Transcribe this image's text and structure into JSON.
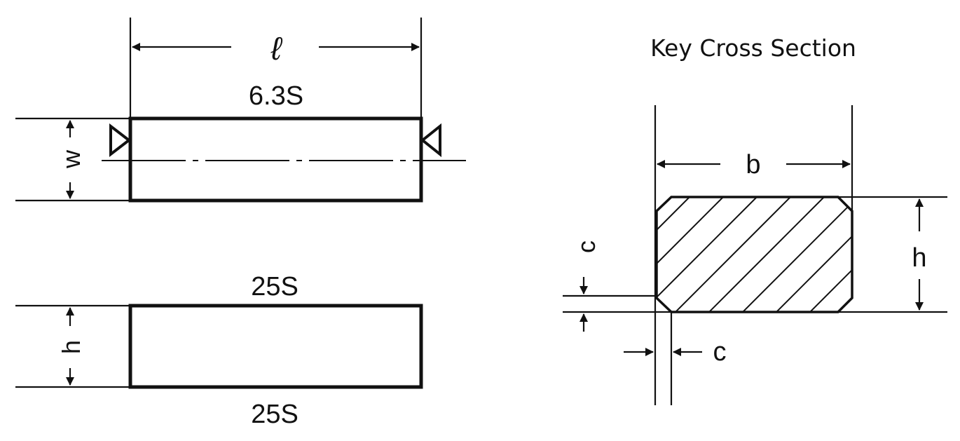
{
  "title": "Key Cross Section",
  "top_view": {
    "length_label": "ℓ",
    "finish_label": "6.3S",
    "width_label": "w"
  },
  "side_view": {
    "top_finish_label": "25S",
    "bottom_finish_label": "25S",
    "height_label": "h"
  },
  "cross_section": {
    "width_label": "b",
    "height_label": "h",
    "chamfer_vertical_label": "c",
    "chamfer_horizontal_label": "c"
  },
  "colors": {
    "line": "#111111",
    "background": "#ffffff"
  }
}
